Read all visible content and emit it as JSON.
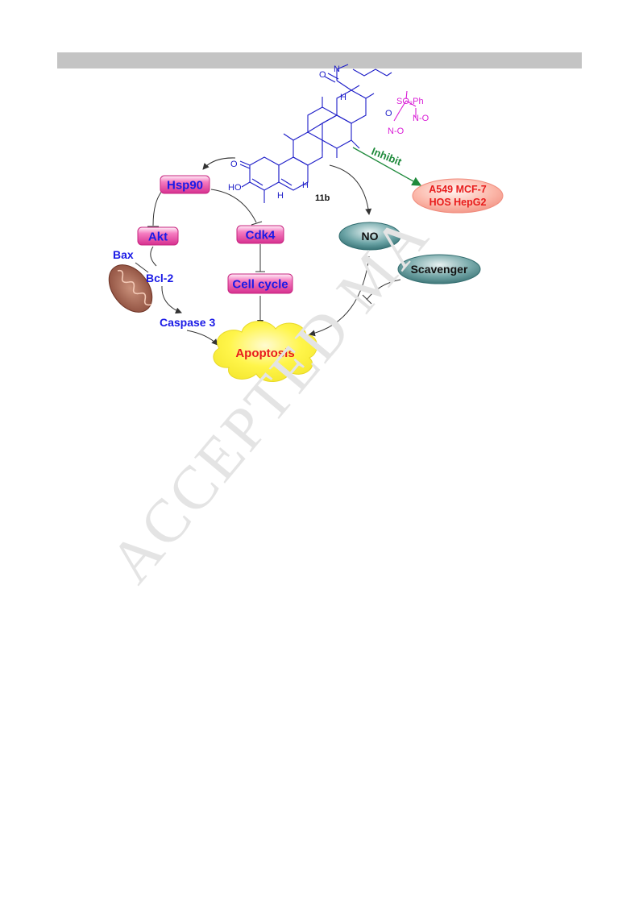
{
  "watermark": "ACCEPTED MA",
  "diagram": {
    "compound": {
      "name": "11b",
      "ho": "HO",
      "o": "O",
      "h": "H",
      "nh": "H",
      "n": "N",
      "o_link": "O",
      "so2ph": "SO₂Ph",
      "n_o": "N-O",
      "n_o_ring": "N-O"
    },
    "nodes": {
      "hsp90": "Hsp90",
      "akt": "Akt",
      "cdk4": "Cdk4",
      "cell_cycle": "Cell cycle",
      "no": "NO",
      "scavenger": "Scavenger",
      "bax": "Bax",
      "bcl2": "Bcl-2",
      "caspase3": "Caspase 3",
      "apoptosis": "Apoptosis"
    },
    "inhibit": {
      "label": "Inhibit",
      "targets_line1": "A549  MCF-7",
      "targets_line2": "HOS  HepG2"
    }
  },
  "colors": {
    "pill_pink": "#f05ab0",
    "label_blue": "#1a1ae6",
    "structure_blue": "#1d1dc8",
    "furoxan_magenta": "#d91ed6",
    "inhibit_green": "#1f8a3c",
    "target_red": "#e81c1c",
    "apoptosis_yellow": "#fff23a",
    "no_teal": "#3f7f82"
  }
}
